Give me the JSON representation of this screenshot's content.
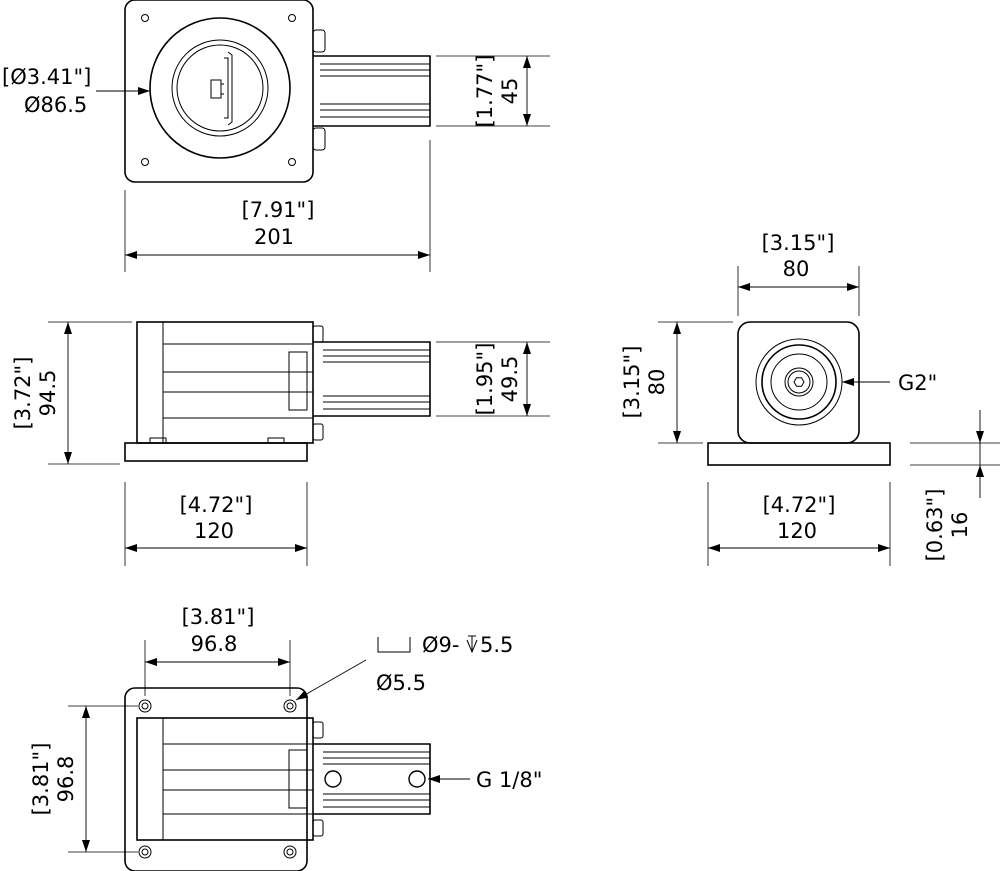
{
  "top_view": {
    "bore_dia_in": "[Ø3.41\"]",
    "bore_dia_mm": "Ø86.5",
    "height_in": "[1.77\"]",
    "height_mm": "45",
    "length_in": "[7.91\"]",
    "length_mm": "201"
  },
  "side_view": {
    "height_in": "[3.72\"]",
    "height_mm": "94.5",
    "rail_in": "[1.95\"]",
    "rail_mm": "49.5",
    "width_in": "[4.72\"]",
    "width_mm": "120"
  },
  "end_view": {
    "width_in": "[3.15\"]",
    "width_mm": "80",
    "height_in": "[3.15\"]",
    "height_mm": "80",
    "port": "G2\"",
    "base_width_in": "[4.72\"]",
    "base_width_mm": "120",
    "base_thick_in": "[0.63\"]",
    "base_thick_mm": "16"
  },
  "bottom_view": {
    "hole_spacing_in": "[3.81\"]",
    "hole_spacing_mm": "96.8",
    "counterbore": "Ø9-",
    "counterbore_depth": "5.5",
    "hole_dia": "Ø5.5",
    "height_in": "[3.81\"]",
    "height_mm": "96.8",
    "port": "G 1/8\""
  }
}
